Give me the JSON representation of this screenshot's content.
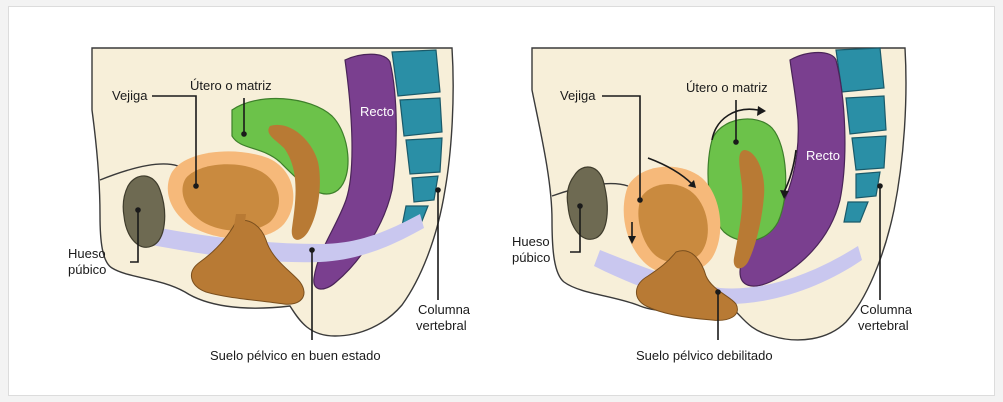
{
  "panels": [
    {
      "id": "healthy",
      "labels": {
        "vejiga": "Vejiga",
        "utero": "Útero o matriz",
        "recto": "Recto",
        "hueso_line1": "Hueso",
        "hueso_line2": "púbico",
        "columna_line1": "Columna",
        "columna_line2": "vertebral",
        "caption": "Suelo pélvico en buen estado"
      }
    },
    {
      "id": "weakened",
      "labels": {
        "vejiga": "Vejiga",
        "utero": "Útero o matriz",
        "recto": "Recto",
        "hueso_line1": "Hueso",
        "hueso_line2": "púbico",
        "columna_line1": "Columna",
        "columna_line2": "vertebral",
        "caption": "Suelo pélvico debilitado"
      }
    }
  ],
  "colors": {
    "skin": "#f7efd9",
    "bladder_outer": "#f6b97a",
    "bladder_inner": "#c98a3f",
    "uterus": "#6cc24a",
    "rectum": "#7a3f8f",
    "vertebra": "#2a8fa6",
    "pubic_bone": "#6e6a52",
    "pelvic_floor": "#c9c7ef",
    "vagina": "#b87a34"
  }
}
